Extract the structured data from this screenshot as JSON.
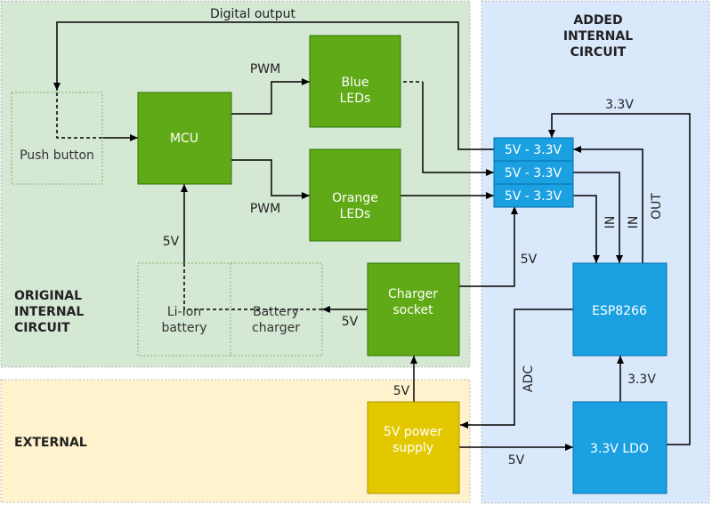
{
  "regions": {
    "original": "ORIGINAL\nINTERNAL\nCIRCUIT",
    "added": "ADDED\nINTERNAL\nCIRCUIT",
    "external": "EXTERNAL"
  },
  "blocks": {
    "push_button": "Push button",
    "mcu": "MCU",
    "blue_leds": "Blue\nLEDs",
    "orange_leds": "Orange\nLEDs",
    "li_ion": "Li-Ion\nbattery",
    "battery_charger": "Battery\ncharger",
    "charger_socket": "Charger\nsocket",
    "conv1": "5V - 3.3V",
    "conv2": "5V - 3.3V",
    "conv3": "5V - 3.3V",
    "esp": "ESP8266",
    "ldo": "3.3V LDO",
    "psu": "5V power\nsupply"
  },
  "labels": {
    "digital_output": "Digital output",
    "pwm_top": "PWM",
    "pwm_bottom": "PWM",
    "v5_mcu": "5V",
    "v5_charger": "5V",
    "v5_conv": "5V",
    "v5_psu_up": "5V",
    "v5_psu_ldo": "5V",
    "v33_top": "3.3V",
    "v33_ldo": "3.3V",
    "in1": "IN",
    "in2": "IN",
    "out": "OUT",
    "adc": "ADC"
  },
  "colors": {
    "original_bg": "#d5e8d4",
    "added_bg": "#dae8fc",
    "external_bg": "#fff2cc",
    "green_block": "#60a917",
    "green_border": "#2d7600",
    "blue_block": "#1ba1e2",
    "blue_border": "#006eaf",
    "yellow_block": "#e3c800",
    "yellow_border": "#b09500",
    "dotted_border": "#82b366"
  }
}
